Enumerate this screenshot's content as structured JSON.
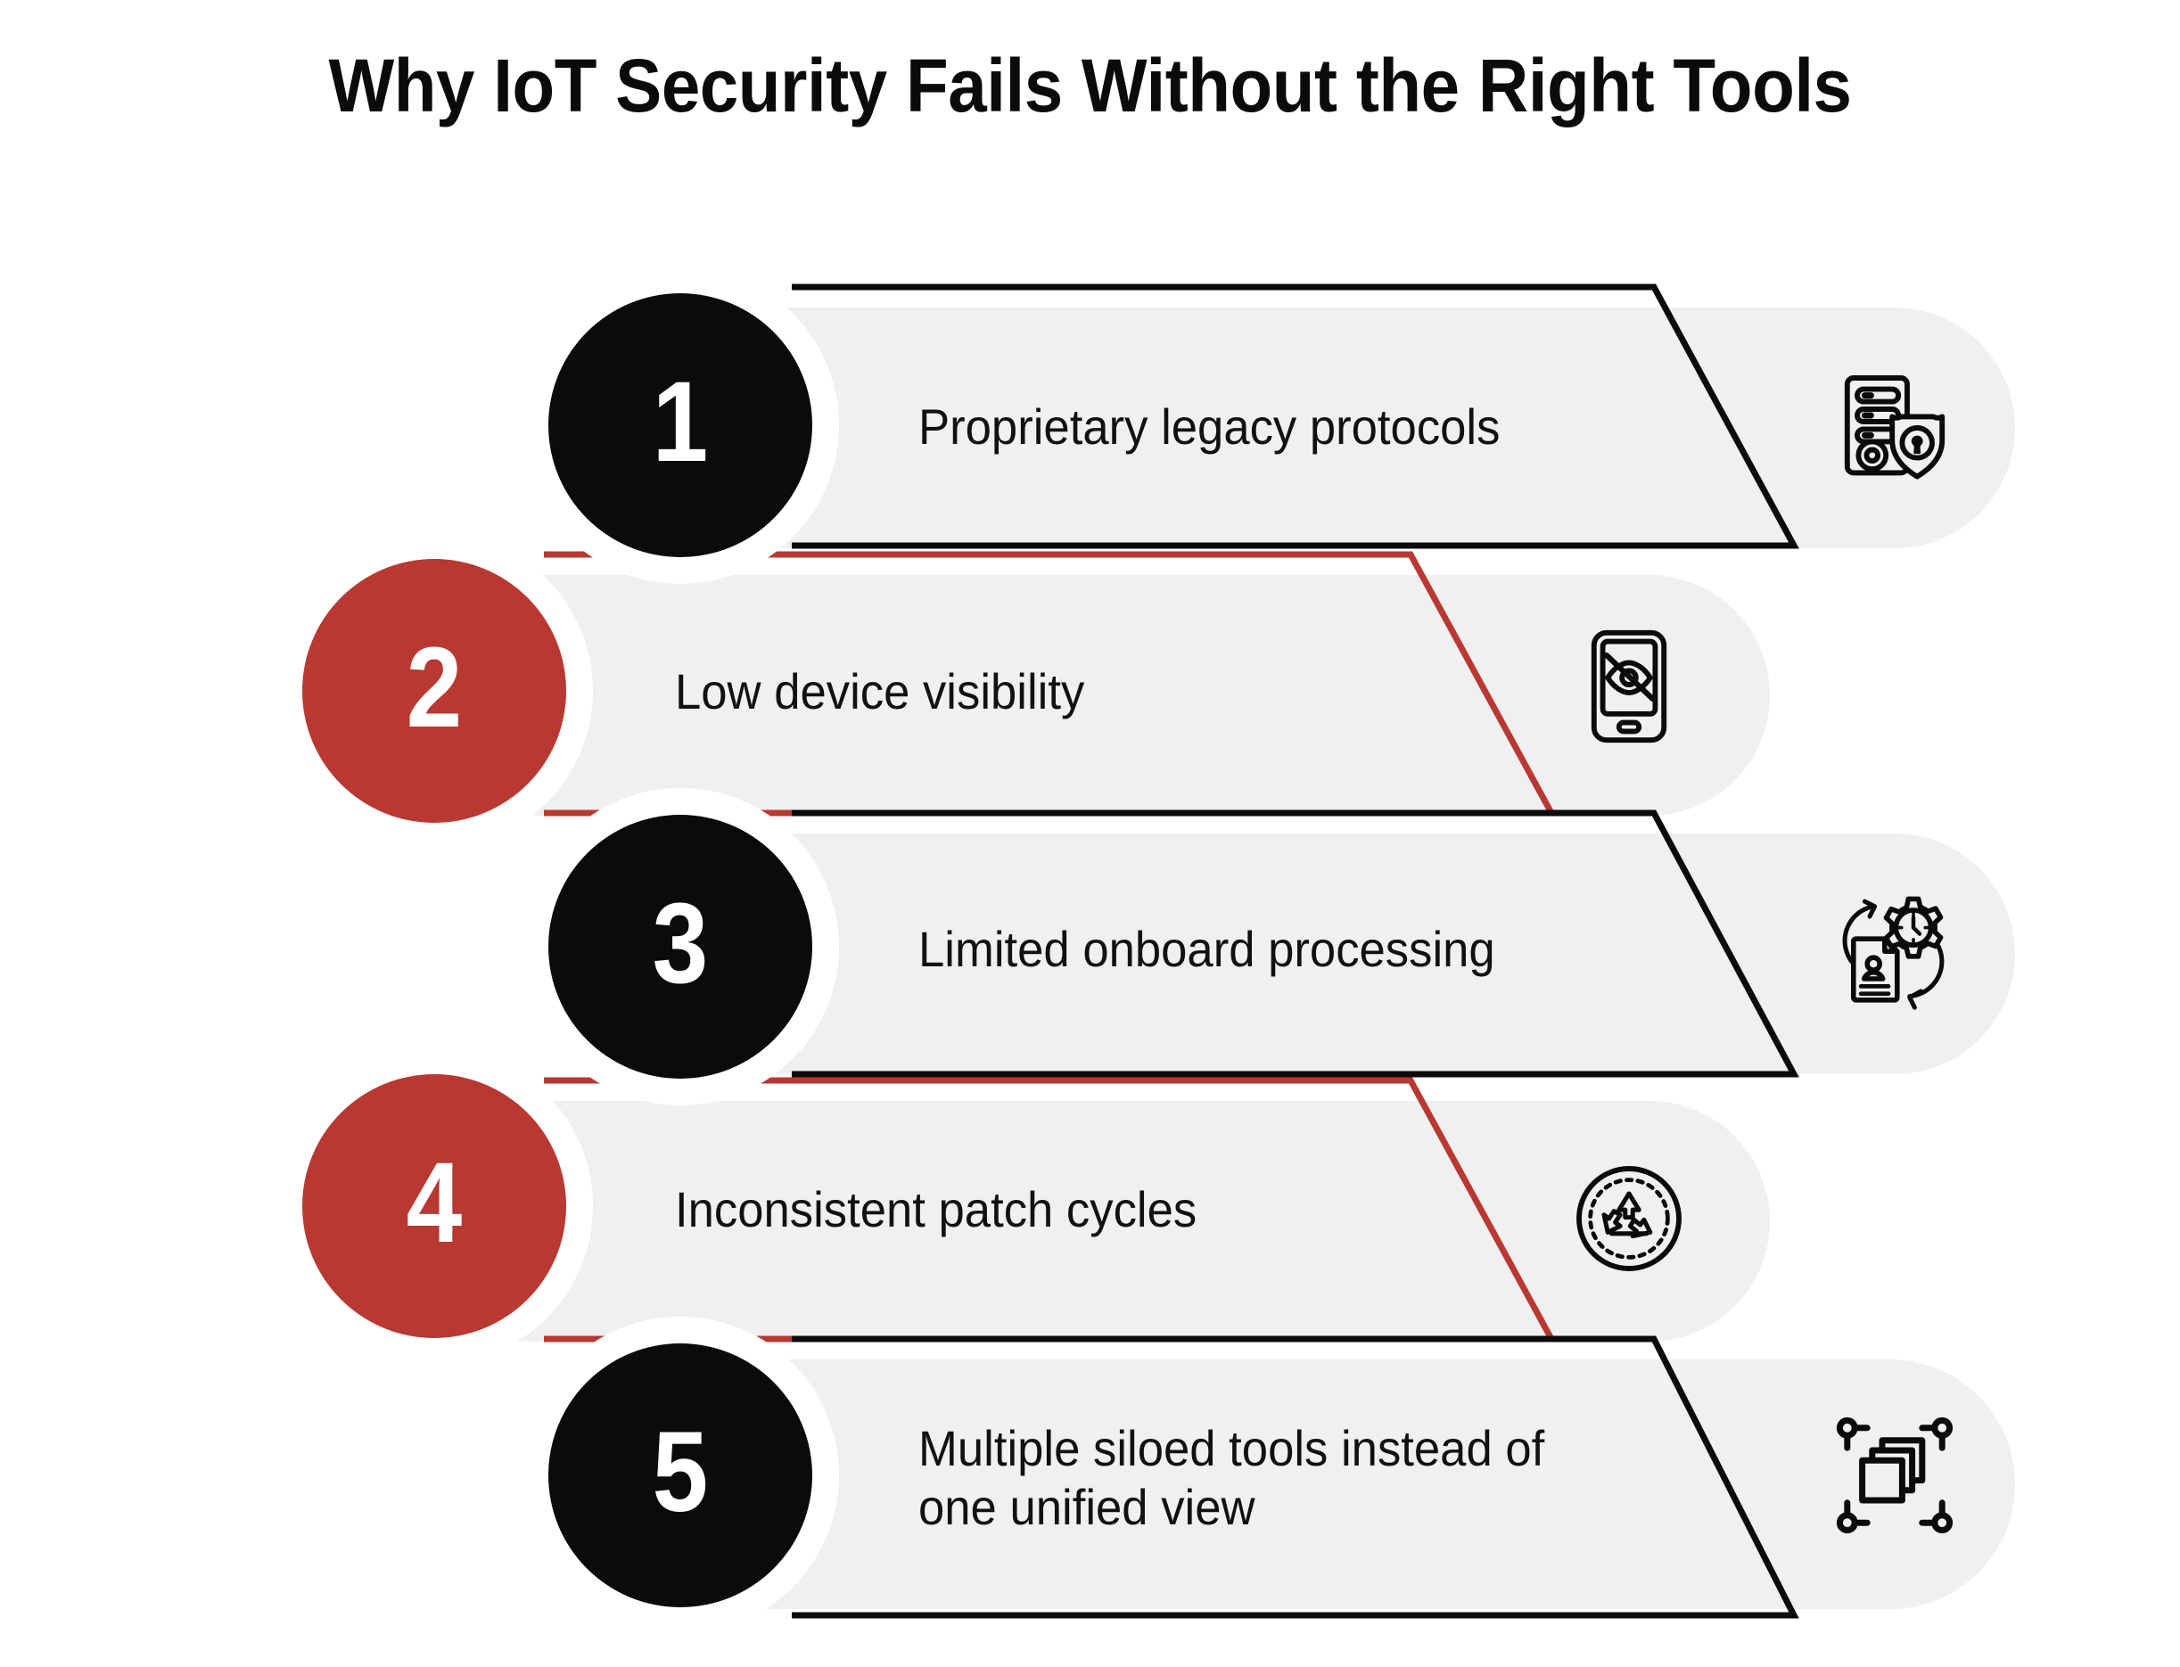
{
  "page": {
    "title": "Why IoT Security Fails Without the Right Tools",
    "background_color": "#FFFFFF"
  },
  "theme": {
    "black": "#0B0B0B",
    "red": "#B93832",
    "pill_gray": "#F0F0F0",
    "text_color": "#111111",
    "white": "#FFFFFF"
  },
  "steps": [
    {
      "number": "1",
      "label": "Proprietary legacy protocols",
      "accent": "#0B0B0B",
      "accent_name": "black",
      "icon": "server-shield-lock-icon"
    },
    {
      "number": "2",
      "label": "Low device visibility",
      "accent": "#B93832",
      "accent_name": "red",
      "icon": "phone-hidden-eye-icon"
    },
    {
      "number": "3",
      "label": "Limited onboard processing",
      "accent": "#0B0B0B",
      "accent_name": "black",
      "icon": "gear-clock-document-cycle-icon"
    },
    {
      "number": "4",
      "label": "Inconsistent patch cycles",
      "accent": "#B93832",
      "accent_name": "red",
      "icon": "recycle-circle-icon"
    },
    {
      "number": "5",
      "label": "Multiple siloed tools instead of\none unified view",
      "accent": "#0B0B0B",
      "accent_name": "black",
      "icon": "layers-nodes-icon"
    }
  ]
}
